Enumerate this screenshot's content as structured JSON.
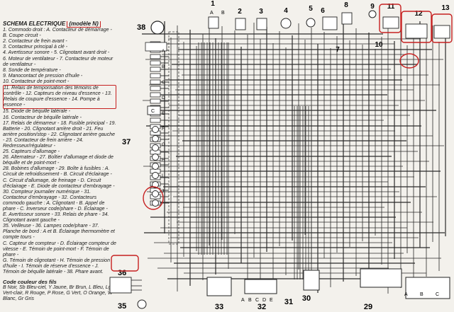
{
  "legend": {
    "title": "SCHÉMA ÉLECTRIQUE",
    "model": "(modèle N)",
    "items": [
      "1. Commodo droit : A. Contacteur de démarrage - B. Coupe circuit -",
      "2. Contacteur de frein avant -",
      "3. Contacteur principal à clé -",
      "4. Avertisseur sonore - 5. Clignotant avant droit -",
      "6. Moteur de ventilateur - 7. Contacteur de moteur de ventilateur -",
      "8. Sonde de température -",
      "9. Manocontact de pression d'huile -",
      "10. Contacteur de point-mort -",
      "11. Relais de temporisation des témoins de contrôle - 12. Capteurs de niveau d'essence - 13. Relais de coupure d'essence - 14. Pompe à essence -",
      "15. Diode de béquille latérale -",
      "16. Contacteur de béquille latérale -",
      "17. Relais de démarreur - 18. Fusible principal - 19. Batterie - 20. Clignotant arrière droit - 21. Feu arrière position/stop - 22. Clignotant arrière gauche - 23. Contacteur de frein arrière - 24. Redresseur/régulateur -",
      "25. Capteurs d'allumage -",
      "26. Alternateur - 27. Boîtier d'allumage et diode de béquille et de point-mort -",
      "28. Bobines d'allumage - 29. Boîte à fusibles : A. Circuit de refroidissement - B. Circuit d'éclairage - C. Circuit d'allumage, de freinage - D. Circuit d'éclairage - E. Diode de contacteur d'embrayage - 30. Compteur journalier numérique - 31. Contacteur d'embrayage - 32. Contacteurs",
      "commodo gauche : A. Clignotant - B. Appel de phare - C. Inverseur code/phare - D. Éclairage -",
      "E. Avertisseur sonore - 33. Relais de phare - 34. Clignotant avant gauche -",
      "35. Veilleuse - 36. Lampes code/phare - 37. Planche de bord : A et B. Éclairage thermomètre et compte tours -",
      "C. Capteur de compteur - D. Éclairage compteur de vitesse - E. Témoin de point-mort - F. Témoin de phare -",
      "G. Témoin de clignotant - H. Témoin de pression d'huile - I. Témoin de réserve d'essence - J. Témoin de béquille latérale - 38. Phare avant."
    ],
    "codes_title": "Code couleur des fils",
    "codes": "B Noir, Sb Bleu-ciel, Y Jaune, Br Brun, L Bleu, Lg Vert-clair, R Rouge, P Rose, G Vert, O Orange, W Blanc, Gr Gris"
  },
  "diagram": {
    "top_labels": [
      "1",
      "2",
      "3",
      "4",
      "5",
      "6",
      "7",
      "8",
      "9",
      "10",
      "11",
      "12",
      "13"
    ],
    "left_labels": [
      "38",
      "37",
      "36",
      "35"
    ],
    "bottom_labels": [
      "33",
      "32",
      "31",
      "30",
      "29"
    ],
    "switch_letters_1": [
      "A",
      "B"
    ],
    "switch_letters_32": [
      "A",
      "B",
      "C",
      "D",
      "E"
    ],
    "dash_letters": [
      "A",
      "B",
      "C",
      "D",
      "E",
      "F",
      "G",
      "H",
      "I",
      "J"
    ],
    "fusebox_letters": [
      "A",
      "B",
      "C"
    ],
    "highlight_color": "#c62020"
  }
}
